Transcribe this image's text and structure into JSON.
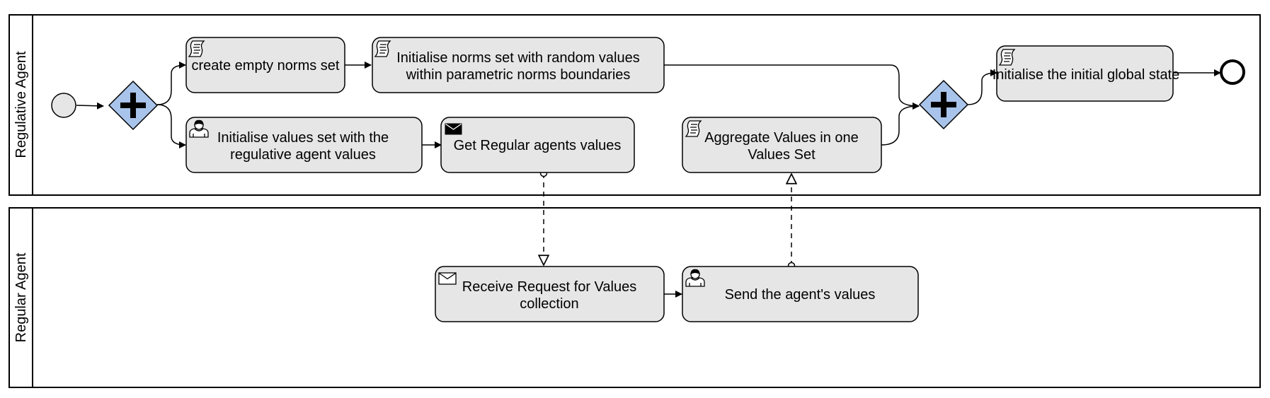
{
  "pool": {
    "lanes": [
      {
        "id": "regulative",
        "label": "Regulative Agent"
      },
      {
        "id": "regular",
        "label": "Regular Agent"
      }
    ]
  },
  "tasks": {
    "create_norms": {
      "type": "script",
      "lines": [
        "create empty norms set"
      ]
    },
    "init_norms_random": {
      "type": "script",
      "lines": [
        "Initialise norms set with random values",
        "within parametric norms boundaries"
      ]
    },
    "init_values": {
      "type": "user",
      "lines": [
        "Initialise values set with the",
        "regulative agent values"
      ]
    },
    "get_values": {
      "type": "send",
      "lines": [
        "Get Regular agents values"
      ]
    },
    "aggregate": {
      "type": "script",
      "lines": [
        "Aggregate Values in one",
        "Values Set"
      ]
    },
    "init_global": {
      "type": "script",
      "lines": [
        "Initialise the initial global state"
      ]
    },
    "receive_request": {
      "type": "receive",
      "lines": [
        "Receive Request for Values",
        "collection"
      ]
    },
    "send_values": {
      "type": "user",
      "lines": [
        "Send the agent's values"
      ]
    }
  },
  "gateways": {
    "split": {
      "type": "parallel"
    },
    "join": {
      "type": "parallel"
    }
  },
  "colors": {
    "task_fill": "#e6e6e6",
    "gateway_fill": "#a9c4eb",
    "start_fill": "#e6e6e6",
    "stroke": "#000000"
  }
}
